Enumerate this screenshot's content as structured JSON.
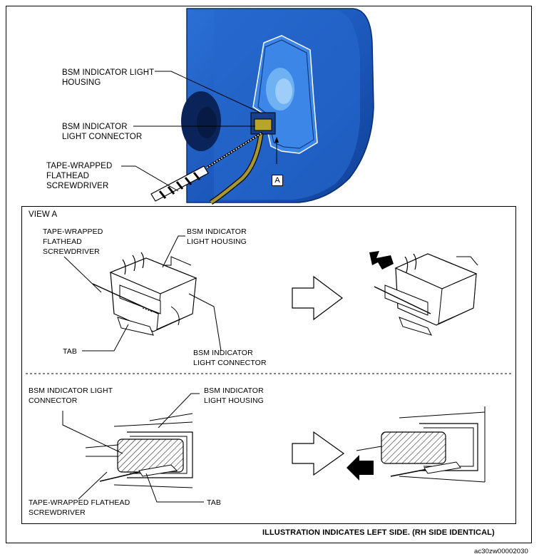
{
  "top_view": {
    "labels": {
      "housing": "BSM INDICATOR LIGHT\nHOUSING",
      "connector": "BSM INDICATOR\nLIGHT CONNECTOR",
      "screwdriver": "TAPE-WRAPPED\nFLATHEAD\nSCREWDRIVER"
    },
    "callout": "A",
    "colors": {
      "mirror_blue": "#1f63c7",
      "mirror_dark": "#0b3a8a",
      "mirror_light": "#5fa0ee"
    }
  },
  "view_a": {
    "title": "VIEW A",
    "upper": {
      "labels": {
        "screwdriver": "TAPE-WRAPPED\nFLATHEAD\nSCREWDRIVER",
        "housing": "BSM INDICATOR\nLIGHT HOUSING",
        "tab": "TAB",
        "connector": "BSM INDICATOR\nLIGHT CONNECTOR"
      }
    },
    "lower": {
      "labels": {
        "connector": "BSM INDICATOR LIGHT\nCONNECTOR",
        "housing": "BSM INDICATOR\nLIGHT HOUSING",
        "screwdriver": "TAPE-WRAPPED FLATHEAD\nSCREWDRIVER",
        "tab": "TAB"
      }
    }
  },
  "footer_note": "ILLUSTRATION INDICATES LEFT SIDE. (RH SIDE IDENTICAL)",
  "image_code": "ac30zw00002030"
}
